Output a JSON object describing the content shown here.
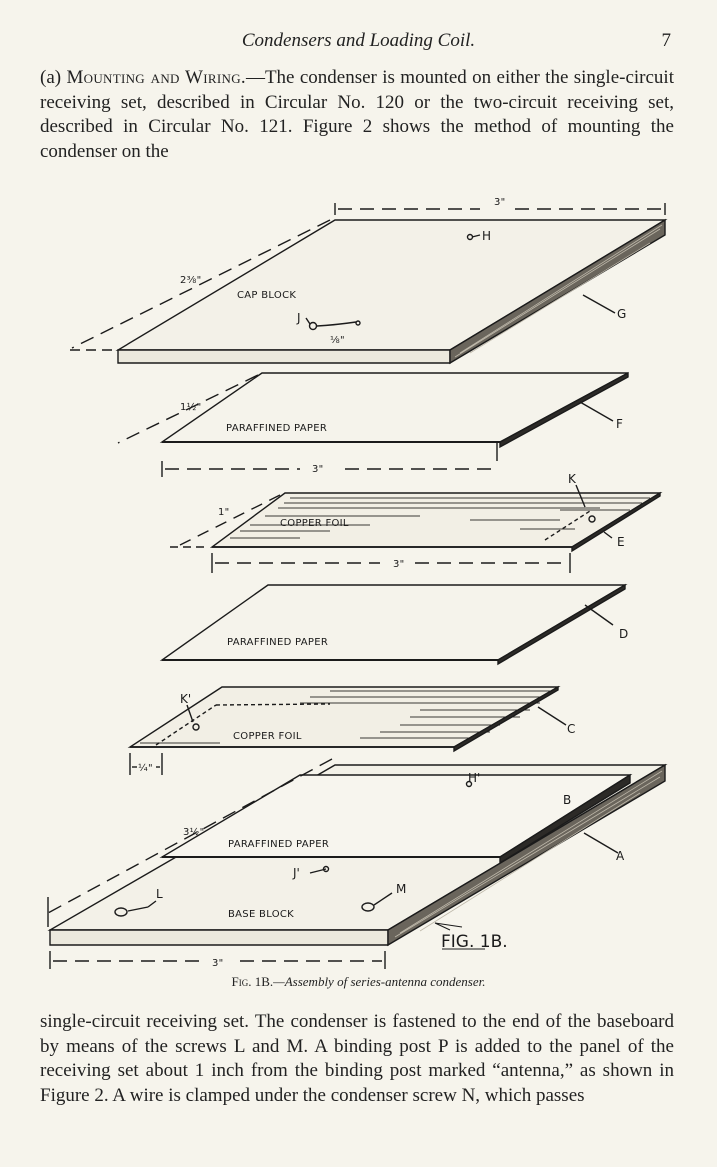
{
  "header": {
    "title": "Condensers and Loading Coil.",
    "page_number": "7"
  },
  "paragraph_top": {
    "lead_number": "(a)",
    "lead_heading": "Mounting and Wiring.",
    "text": "—The condenser is mounted on either the single-circuit receiving set, described in Circular No. 120 or the two-circuit receiving set, described in Circular No. 121. Figure 2 shows the method of mounting the condenser on the"
  },
  "figure": {
    "dim_3in": "3\"",
    "dim_2_3_8": "2⅜\"",
    "dim_1_1_2": "1½\"",
    "dim_1in": "1\"",
    "dim_1_4": "¼\"",
    "dim_3_1_2": "3½\"",
    "dim_1_8": "⅛\"",
    "cap_block": "CAP BLOCK",
    "paraffined_paper": "PARAFFINED PAPER",
    "copper_foil": "COPPER FOIL",
    "base_block": "BASE BLOCK",
    "letters": {
      "A": "A",
      "B": "B",
      "C": "C",
      "D": "D",
      "E": "E",
      "F": "F",
      "G": "G",
      "H": "H",
      "H_prime": "H'",
      "J": "J",
      "J_prime": "J'",
      "K": "K",
      "K_prime": "K'",
      "L": "L",
      "M": "M"
    },
    "fig_mark": "FIG. 1B."
  },
  "caption": {
    "label": "Fig. 1B.",
    "text": "—Assembly of series-antenna condenser."
  },
  "paragraph_bottom": {
    "text": "single-circuit receiving set. The condenser is fastened to the end of the baseboard by means of the screws L and M. A binding post P is added to the panel of the receiving set about 1 inch from the binding post marked “antenna,” as shown in Figure 2. A wire is clamped under the condenser screw N, which passes"
  }
}
